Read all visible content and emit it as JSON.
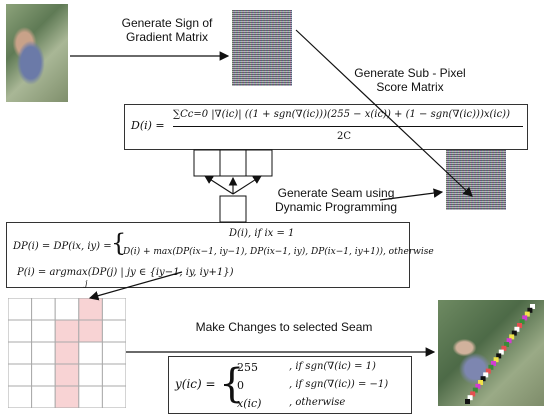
{
  "steps": {
    "sign_gradient": "Generate Sign of\nGradient Matrix",
    "subpixel": "Generate Sub - Pixel\nScore Matrix",
    "seam_dp": "Generate Seam using\nDynamic Programming",
    "make_changes": "Make Changes to selected Seam"
  },
  "equations": {
    "d_lhs": "D(i) =",
    "d_numer": "∑Cc=0 |∇(ic)| ((1 + sgn(∇(ic)))(255 − x(ic)) + (1 − sgn(∇(ic)))x(ic))",
    "d_denom": "2C",
    "dp_lhs": "DP(i) = DP(ix, iy) =",
    "dp_case1": "D(i),  if ix = 1",
    "dp_case2": "D(i) + max(DP(ix−1, iy−1), DP(ix−1, iy), DP(ix−1, iy+1)), otherwise",
    "p_line": "P(i) = argmax(DP(j) | jy ∈ {iy−1, iy, iy+1})",
    "p_sub": "j",
    "y_lhs": "y(ic) =",
    "y_case1_val": "255",
    "y_case1_cond": ", if sgn(∇(ic) = 1)",
    "y_case2_val": "0",
    "y_case2_cond": ", if sgn(∇(ic)) = −1)",
    "y_case3_val": "x(ic)",
    "y_case3_cond": ", otherwise"
  },
  "colors": {
    "highlight": "#f8d3d4",
    "grid_line": "#aaaaaa",
    "arrow": "#111111"
  }
}
